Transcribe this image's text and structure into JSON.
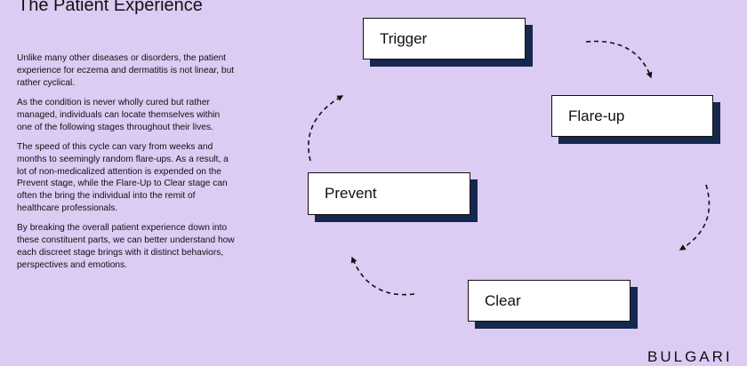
{
  "title": "The Patient Experience",
  "paragraphs": [
    "Unlike many other diseases or disorders, the patient experience for eczema and dermatitis is not linear, but rather cyclical.",
    "As the condition is never wholly cured but rather managed, individuals can locate themselves within one of the following stages throughout their lives.",
    "The speed of this cycle can vary from weeks and months to seemingly random flare-ups. As a result, a lot of non-medicalized attention is expended on the Prevent stage, while the Flare-Up to Clear stage can often the bring the individual into the remit of healthcare professionals.",
    "By breaking the overall patient experience down into these constituent parts, we can better understand how each discreet stage brings with it distinct behaviors, perspectives and emotions."
  ],
  "stages": {
    "trigger": "Trigger",
    "flare_up": "Flare-up",
    "clear": "Clear",
    "prevent": "Prevent"
  },
  "brand": "BULGARI",
  "colors": {
    "background": "#dccbf3",
    "box_shadow": "#15284d",
    "box_fill": "#ffffff",
    "text": "#111111"
  }
}
